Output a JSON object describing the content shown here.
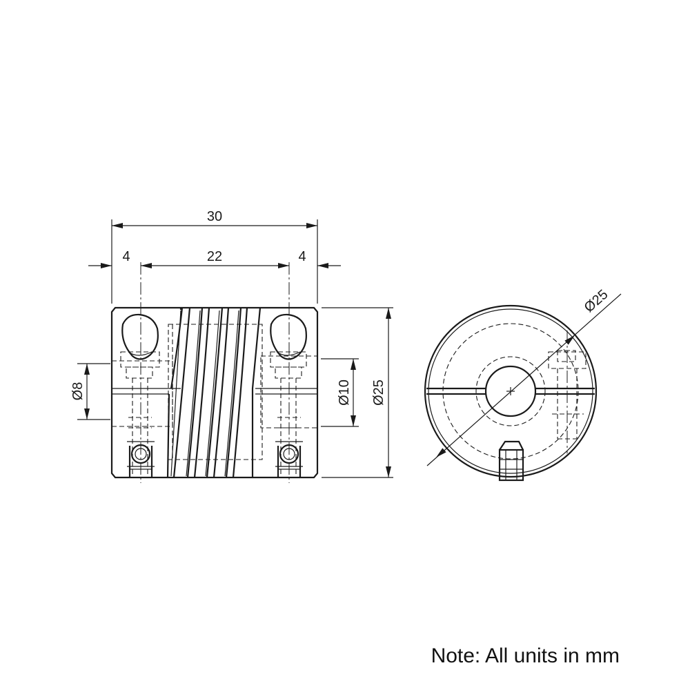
{
  "drawing": {
    "side_view": {
      "dim_overall_length": "30",
      "dim_left_hub": "4",
      "dim_flex_section": "22",
      "dim_right_hub": "4",
      "dim_bore_small": "Ø8",
      "dim_bore_large": "Ø10",
      "dim_outer_diameter": "Ø25"
    },
    "end_view": {
      "dim_outer_diameter": "Ø25"
    },
    "note": "Note: All units in mm"
  }
}
